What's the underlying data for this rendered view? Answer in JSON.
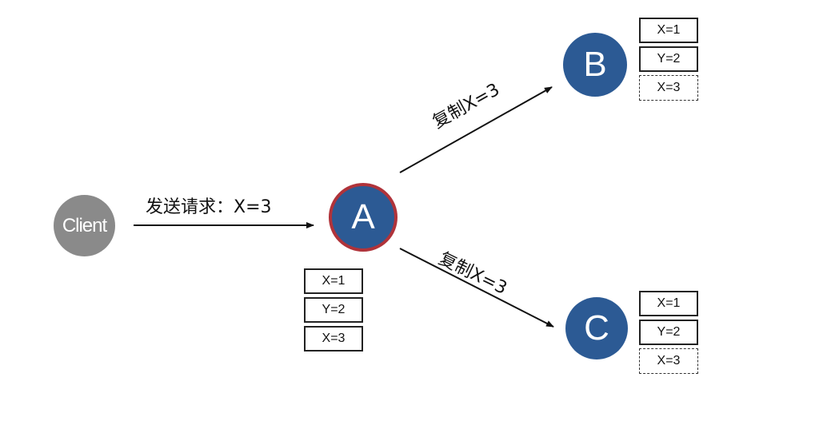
{
  "nodes": {
    "client": "Client",
    "a": "A",
    "b": "B",
    "c": "C"
  },
  "edges": {
    "client_to_a": "发送请求：X=3",
    "a_to_b": "复制X=3",
    "a_to_c": "复制X=3"
  },
  "stores": {
    "a": [
      "X=1",
      "Y=2",
      "X=3"
    ],
    "b": [
      "X=1",
      "Y=2",
      "X=3"
    ],
    "c": [
      "X=1",
      "Y=2",
      "X=3"
    ]
  },
  "colors": {
    "primary_node": "#2c5a94",
    "client_node": "#8a8a8a",
    "leader_border": "#b0333a"
  }
}
